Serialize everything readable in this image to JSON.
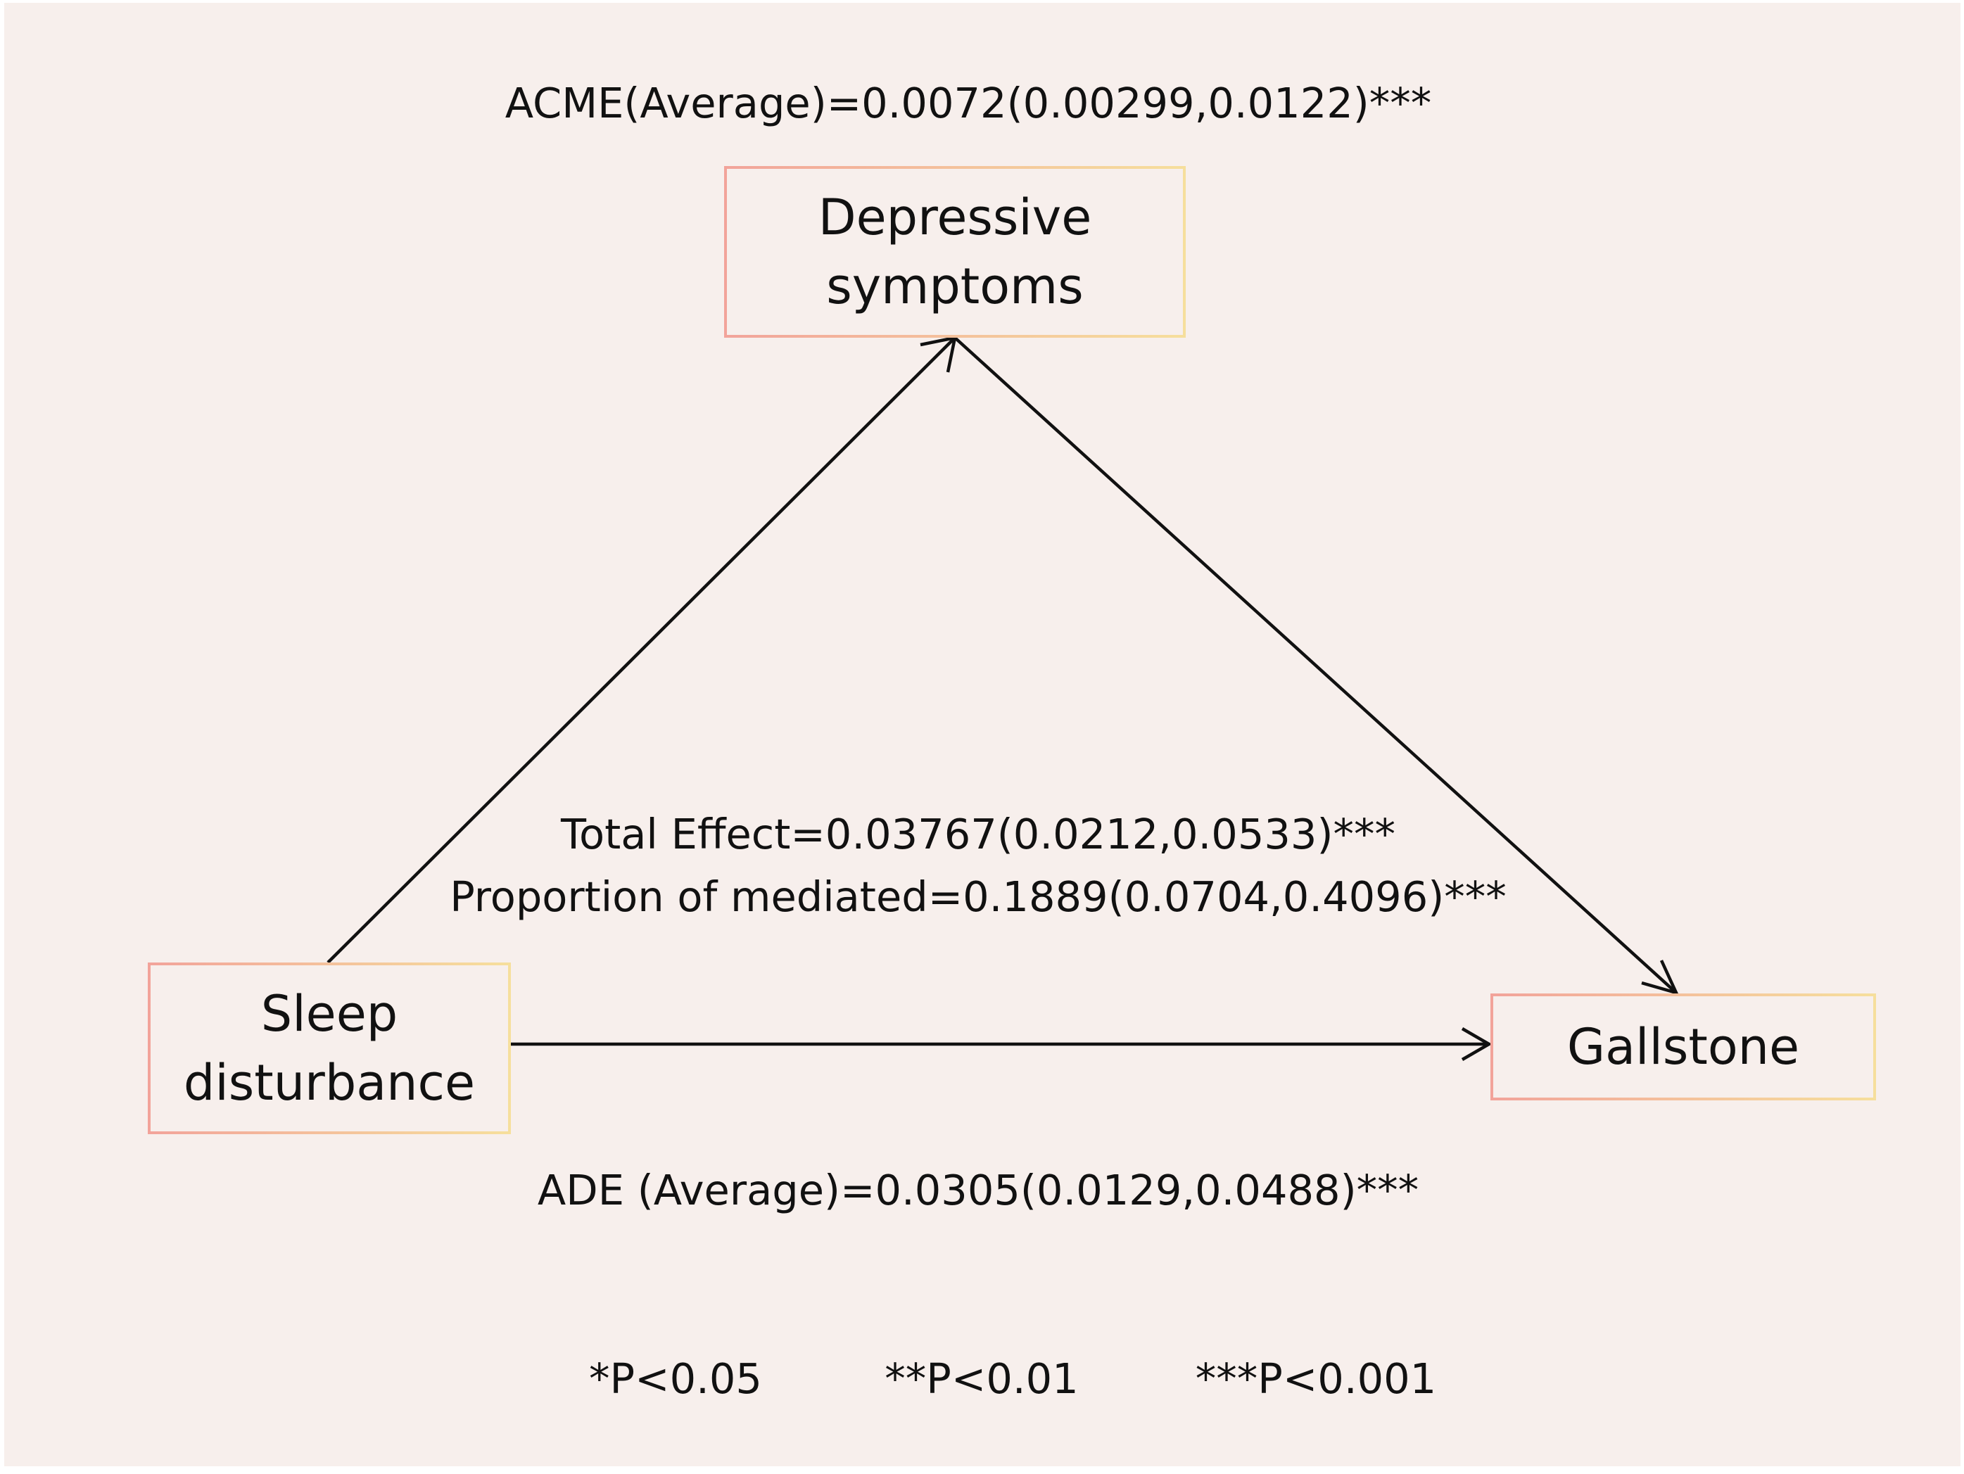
{
  "nodes": {
    "mediator": {
      "line1": "Depressive",
      "line2": "symptoms"
    },
    "exposure": {
      "line1": "Sleep",
      "line2": "disturbance"
    },
    "outcome": {
      "label": "Gallstone"
    }
  },
  "effects": {
    "acme": "ACME(Average)=0.0072(0.00299,0.0122)***",
    "total_effect": "Total Effect=0.03767(0.0212,0.0533)***",
    "proportion_mediated": "Proportion of mediated=0.1889(0.0704,0.4096)***",
    "ade": "ADE (Average)=0.0305(0.0129,0.0488)***"
  },
  "significance": {
    "level1": "*P<0.05",
    "level2": "**P<0.01",
    "level3": "***P<0.001"
  },
  "colors": {
    "background": "#f7efec",
    "border_start": "#f2a39a",
    "border_end": "#f6df9c",
    "line": "#111111"
  }
}
